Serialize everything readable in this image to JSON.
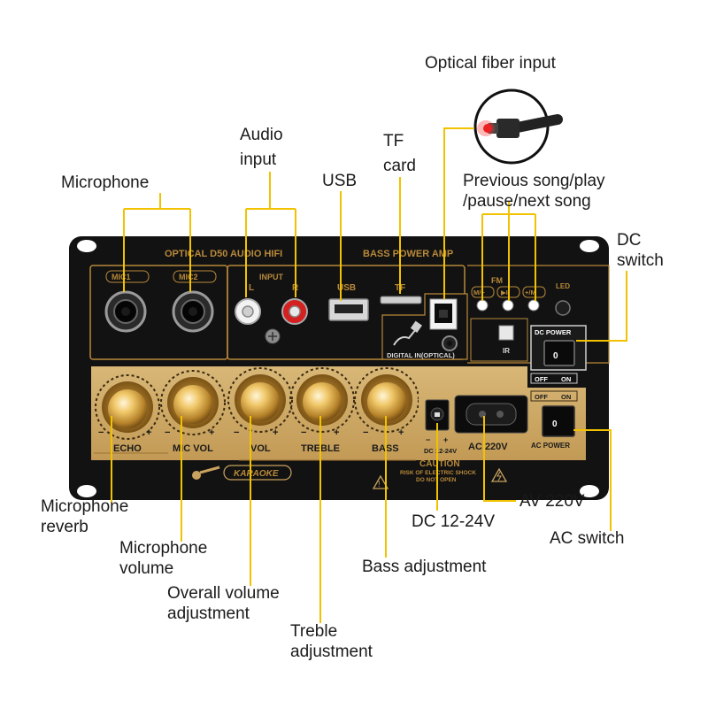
{
  "callouts": {
    "optical": "Optical fiber input",
    "audio_l1": "Audio",
    "audio_l2": "input",
    "tf_l1": "TF",
    "tf_l2": "card",
    "usb": "USB",
    "microphone": "Microphone",
    "prev_l1": "Previous song/play",
    "prev_l2": "/pause/next song",
    "dc_l1": "DC",
    "dc_l2": "switch",
    "mic_reverb_l1": "Microphone",
    "mic_reverb_l2": "reverb",
    "mic_vol_l1": "Microphone",
    "mic_vol_l2": "volume",
    "overall_l1": "Overall volume",
    "overall_l2": "adjustment",
    "treble_l1": "Treble",
    "treble_l2": "adjustment",
    "bass_adj": "Bass adjustment",
    "dc_range": "DC 12-24V",
    "av": "AV 220V",
    "ac_switch": "AC switch"
  },
  "panel": {
    "title_left": "OPTICAL D50 AUDIO HIFI",
    "title_right": "BASS POWER AMP",
    "mic1": "MIC1",
    "mic2": "MIC2",
    "input": "INPUT",
    "l": "L",
    "r": "R",
    "usb": "USB",
    "tf": "TF",
    "fm": "FM",
    "btn1": "M/−",
    "btn2": "▶II",
    "btn3": "+/M",
    "led": "LED",
    "digital": "DIGITAL IN(OPTICAL)",
    "ir": "IR",
    "dc_power": "DC POWER",
    "off": "OFF",
    "on": "ON",
    "ac_power": "AC POWER",
    "knob_echo": "ECHO",
    "knob_micvol": "MIC VOL",
    "knob_vol": "VOL",
    "knob_treble": "TREBLE",
    "knob_bass": "BASS",
    "dc_label": "DC 12-24V",
    "ac_label": "AC 220V",
    "karaoke": "KARAOKE",
    "caution": "CAUTION",
    "caution_l2": "RISK OF ELECTRIC SHOCK",
    "caution_l3": "DO NOT OPEN",
    "minus": "−",
    "plus": "+"
  },
  "colors": {
    "panel_black": "#121212",
    "gold": "#c9a25e",
    "gold_dark": "#a9803a",
    "leader": "#f2c200"
  }
}
